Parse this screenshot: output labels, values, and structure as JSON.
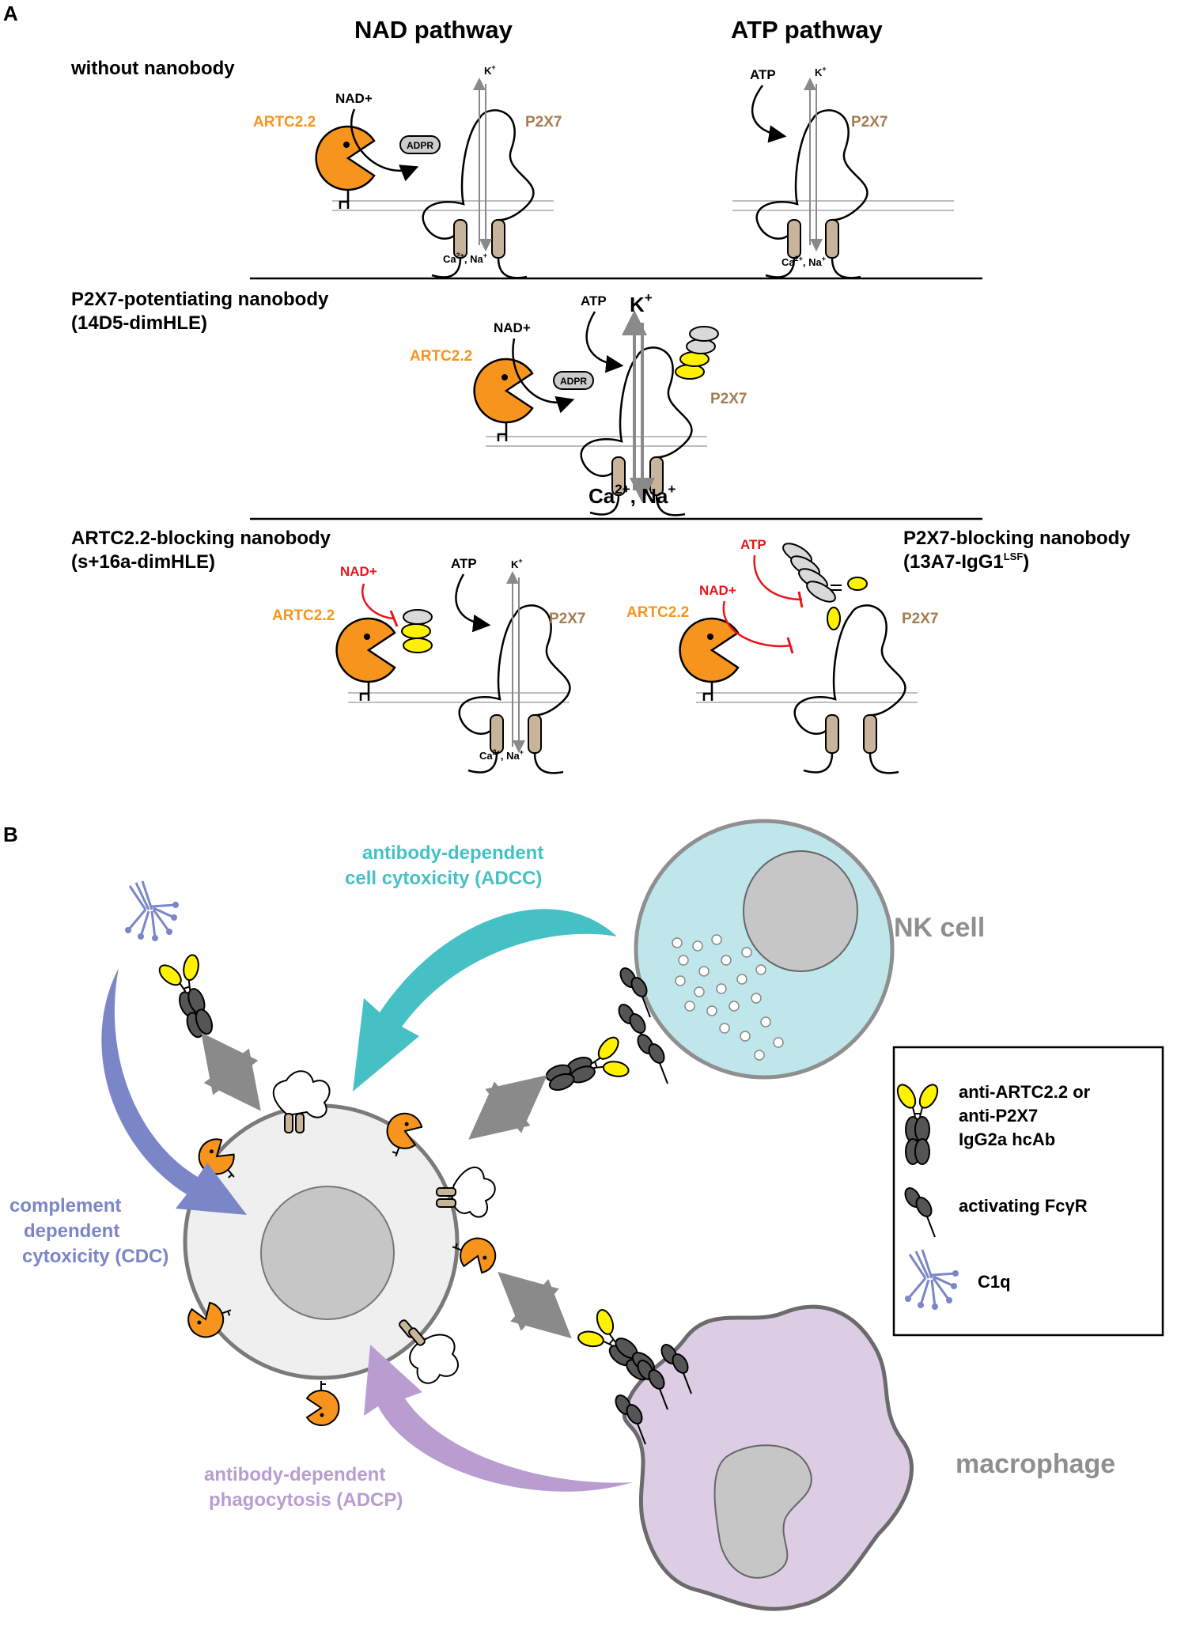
{
  "panel_a": {
    "label": "A",
    "nad_header": "NAD pathway",
    "atp_header": "ATP pathway",
    "rows": {
      "without": "without nanobody",
      "potentiating_1": "P2X7-potentiating nanobody",
      "potentiating_2": "(14D5-dimHLE)",
      "artc_block_1": "ARTC2.2-blocking nanobody",
      "artc_block_2": "(s+16a-dimHLE)",
      "p2x7_block_1": "P2X7-blocking nanobody",
      "p2x7_block_2": "(13A7-IgG1",
      "p2x7_block_sup": "LSF",
      "p2x7_block_close": ")"
    },
    "labels": {
      "nad": "NAD+",
      "atp": "ATP",
      "adpr": "ADPR",
      "artc": "ARTC2.2",
      "p2x7": "P2X7",
      "k": "K",
      "k_sup": "+",
      "ca": "Ca",
      "ca_sup": "2+",
      "na": ", Na",
      "na_sup": "+"
    }
  },
  "panel_b": {
    "label": "B",
    "nk_cell": "NK cell",
    "macrophage": "macrophage",
    "adcc_1": "antibody-dependent",
    "adcc_2": "cell cytoxicity (ADCC)",
    "cdc_1": "complement",
    "cdc_2": "dependent",
    "cdc_3": "cytoxicity (CDC)",
    "adcp_1": "antibody-dependent",
    "adcp_2": "phagocytosis (ADCP)",
    "legend": {
      "antibody_1": "anti-ARTC2.2 or",
      "antibody_2": "anti-P2X7",
      "antibody_3": "IgG2a hcAb",
      "fcr": "activating FcγR",
      "c1q": "C1q"
    }
  },
  "colors": {
    "artc": "#f7941d",
    "p2x7_text": "#a57c52",
    "channel": "#c8b49a",
    "nanobody_yellow": "#fff200",
    "block_red": "#e8141b",
    "adcc": "#45c1c6",
    "cdc": "#7b86c8",
    "adcp": "#b99dd0",
    "nk_fill": "#bfe6ea",
    "macrophage_fill": "#dccde5",
    "target_cell": "#efefef",
    "nucleus": "#c6c6c6"
  }
}
